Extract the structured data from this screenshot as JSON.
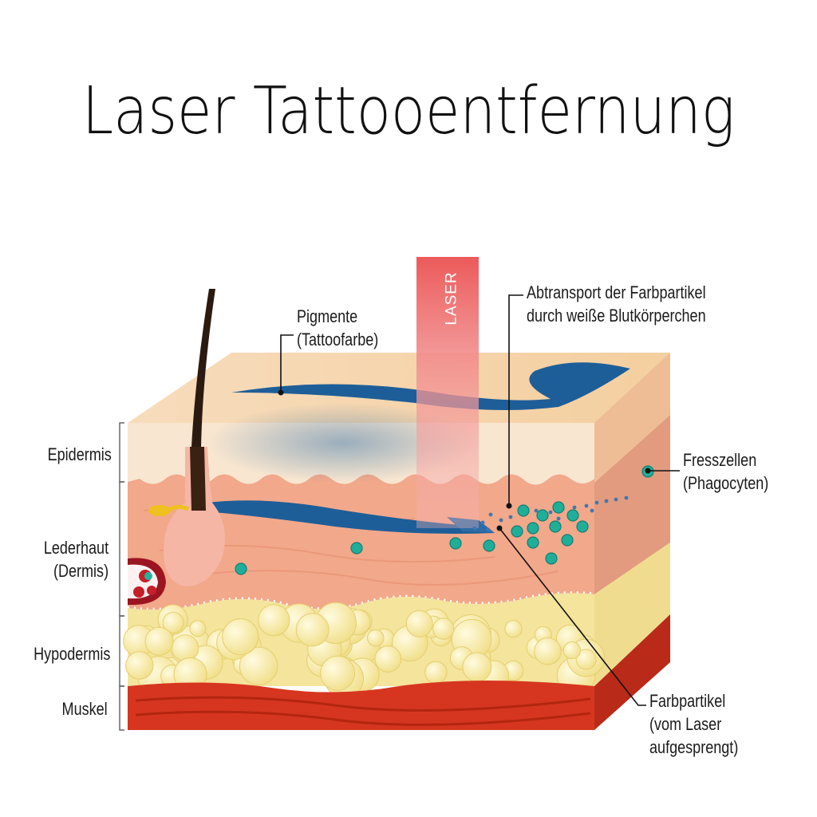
{
  "title": "Laser Tattooentfernung",
  "labels": {
    "laser": "LASER",
    "pigments_line1": "Pigmente",
    "pigments_line2": "(Tattoofarbe)",
    "transport_line1": "Abtransport der Farbpartikel",
    "transport_line2": "durch weiße Blutkörperchen",
    "phagocytes_line1": "Fresszellen",
    "phagocytes_line2": "(Phagocyten)",
    "particles_line1": "Farbpartikel",
    "particles_line2": "(vom Laser",
    "particles_line3": "aufgesprengt)"
  },
  "layers": {
    "epidermis": "Epidermis",
    "dermis_line1": "Lederhaut",
    "dermis_line2": "(Dermis)",
    "hypodermis": "Hypodermis",
    "muscle": "Muskel"
  },
  "colors": {
    "skin_top": "#f6d9b0",
    "epidermis": "#f7e0c4",
    "dermis": "#f3a989",
    "fat": "#f7eca5",
    "muscle": "#d8341d",
    "ink": "#1f5b93",
    "laser": "#f06a6a",
    "phagocyte": "#1fae9a"
  }
}
